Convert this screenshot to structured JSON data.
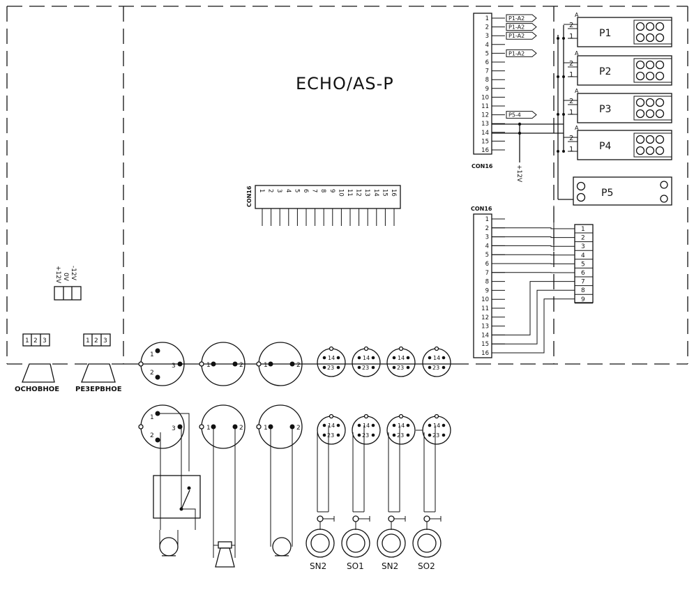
{
  "title": "ECHO/AS-P",
  "connectors": {
    "top_con16": {
      "label": "CON16",
      "pins": [
        "1",
        "2",
        "3",
        "4",
        "5",
        "6",
        "7",
        "8",
        "9",
        "10",
        "11",
        "12",
        "13",
        "14",
        "15",
        "16"
      ],
      "signals": [
        {
          "pin": "1",
          "label": "P1-A2"
        },
        {
          "pin": "2",
          "label": "P1-A2"
        },
        {
          "pin": "3",
          "label": "P1-A2"
        },
        {
          "pin": "5",
          "label": "P1-A2"
        },
        {
          "pin": "12",
          "label": "P5-4"
        }
      ],
      "supply_label": "+12V"
    },
    "mid_con16": {
      "label": "CON16",
      "pins": [
        "1",
        "2",
        "3",
        "4",
        "5",
        "6",
        "7",
        "8",
        "9",
        "10",
        "11",
        "12",
        "13",
        "14",
        "15",
        "16"
      ]
    },
    "bottom_con16": {
      "label": "CON16",
      "pins": [
        "1",
        "2",
        "3",
        "4",
        "5",
        "6",
        "7",
        "8",
        "9",
        "10",
        "11",
        "12",
        "13",
        "14",
        "15",
        "16"
      ]
    },
    "db9_pins": [
      "1",
      "2",
      "3",
      "4",
      "5",
      "6",
      "7",
      "8",
      "9"
    ]
  },
  "relays": [
    {
      "name": "P1",
      "pin_top": "2",
      "pin_bottom": "1",
      "marker": "A"
    },
    {
      "name": "P2",
      "pin_top": "2",
      "pin_bottom": "1",
      "marker": "A"
    },
    {
      "name": "P3",
      "pin_top": "2",
      "pin_bottom": "1",
      "marker": "A"
    },
    {
      "name": "P4",
      "pin_top": "2",
      "pin_bottom": "1",
      "marker": "A"
    },
    {
      "name": "P5"
    }
  ],
  "power_block": {
    "labels": [
      "+12V",
      "0V",
      "-12V"
    ]
  },
  "terminal_blocks": [
    {
      "pins": [
        "1",
        "2",
        "3"
      ]
    },
    {
      "pins": [
        "1",
        "2",
        "3"
      ]
    }
  ],
  "mains_labels": [
    "OCHOBHOE",
    "PE3EPBHOE"
  ],
  "xlr_pins": {
    "p1": "1",
    "p2": "2",
    "p3": "3"
  },
  "din_pins": {
    "top": "14",
    "bottom": "23"
  },
  "sensors": [
    "SN2",
    "SO1",
    "SN2",
    "SO2"
  ]
}
